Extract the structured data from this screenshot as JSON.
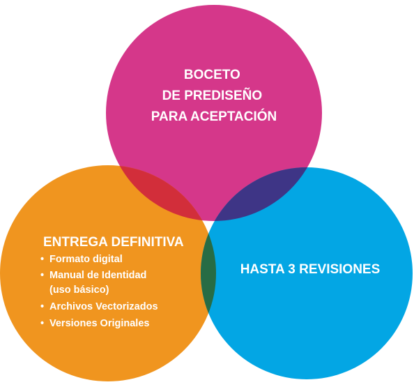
{
  "diagram": {
    "colors": {
      "top": "#d5378a",
      "left": "#f0951f",
      "right": "#03a6e4",
      "overlap_top_left": "#d22e3a",
      "overlap_top_right": "#3e3586",
      "overlap_left_right": "#276c45",
      "label": "#ffffff"
    },
    "top_circle": {
      "lines": [
        "BOCETO",
        "DE PREDISEÑO",
        "PARA ACEPTACIÓN"
      ]
    },
    "left_circle": {
      "title": "ENTREGA DEFINITIVA",
      "bullet_symbol": "•",
      "items": [
        "Formato digital",
        "Manual de Identidad",
        "(uso básico)",
        "Archivos Vectorizados",
        "Versiones Originales"
      ]
    },
    "right_circle": {
      "title": "HASTA 3 REVISIONES"
    }
  }
}
